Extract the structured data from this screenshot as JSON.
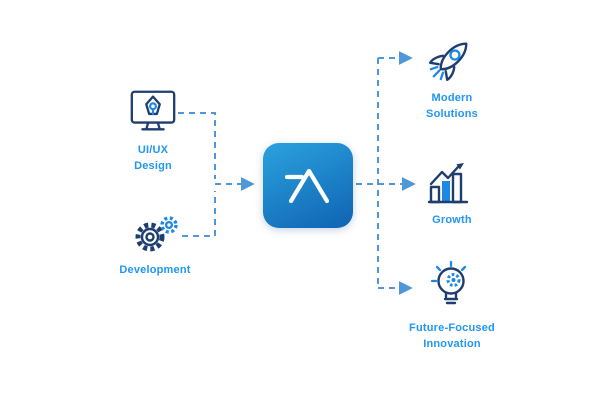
{
  "colors": {
    "navy": "#1d3e6e",
    "accent": "#2196f3",
    "accent2": "#1e88e5",
    "line": "#4f97d8",
    "logo-from": "#2ba2de",
    "logo-to": "#0f63b2"
  },
  "nodes": {
    "inputs": [
      {
        "id": "uiux-design",
        "label": "UI/UX\nDesign",
        "icon": "pen-tool-monitor-icon"
      },
      {
        "id": "development",
        "label": "Development",
        "icon": "gears-icon"
      }
    ],
    "center": {
      "id": "company-logo",
      "icon": "mountain-logo-icon"
    },
    "outputs": [
      {
        "id": "modern-solutions",
        "label": "Modern\nSolutions",
        "icon": "rocket-icon"
      },
      {
        "id": "growth",
        "label": "Growth",
        "icon": "growth-chart-icon"
      },
      {
        "id": "future-focused-innovation",
        "label": "Future-Focused\nInnovation",
        "icon": "lightbulb-gear-icon"
      }
    ]
  },
  "connections": [
    {
      "from": "uiux-design",
      "to": "company-logo"
    },
    {
      "from": "development",
      "to": "company-logo"
    },
    {
      "from": "company-logo",
      "to": "modern-solutions"
    },
    {
      "from": "company-logo",
      "to": "growth"
    },
    {
      "from": "company-logo",
      "to": "future-focused-innovation"
    }
  ]
}
